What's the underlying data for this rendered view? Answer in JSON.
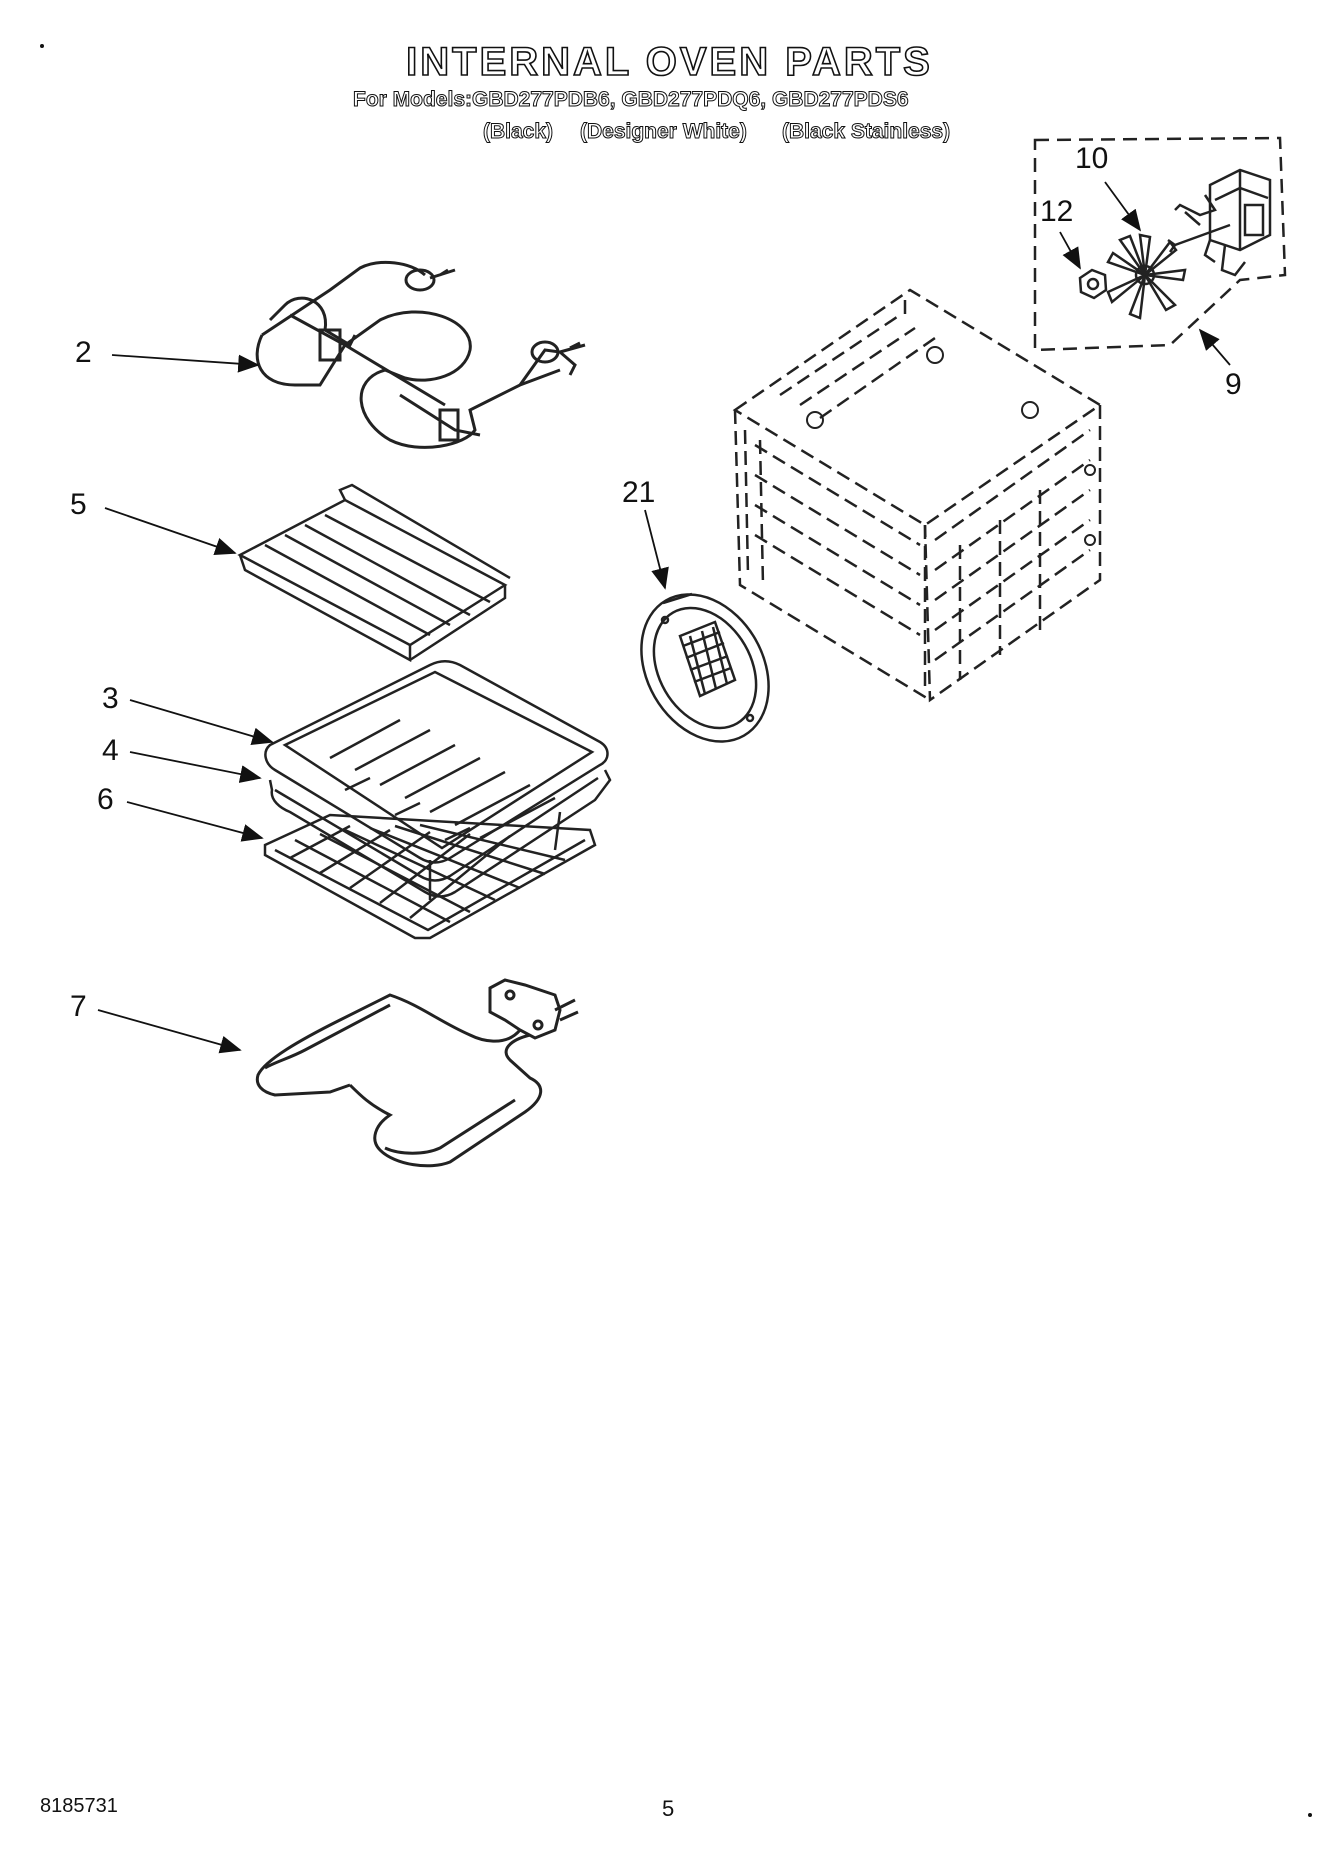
{
  "header": {
    "title": "INTERNAL OVEN PARTS",
    "models_line": "For Models:GBD277PDB6, GBD277PDQ6, GBD277PDS6",
    "variant_black": "(Black)",
    "variant_designer_white": "(Designer White)",
    "variant_black_stainless": "(Black Stainless)"
  },
  "callouts": {
    "c2": "2",
    "c5": "5",
    "c3": "3",
    "c4": "4",
    "c6": "6",
    "c7": "7",
    "c21": "21",
    "c10": "10",
    "c12": "12",
    "c9": "9"
  },
  "footer": {
    "doc_number": "8185731",
    "page_number": "5"
  }
}
